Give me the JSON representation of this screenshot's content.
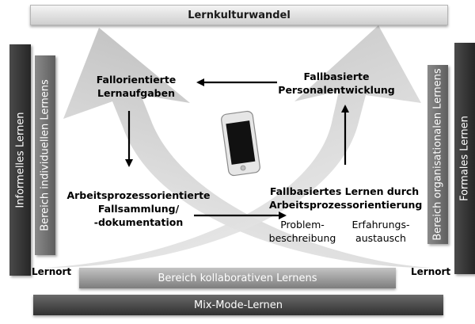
{
  "top_bar": "Lernkulturwandel",
  "bottom_bars": {
    "collaborative": "Bereich kollaborativen Lernens",
    "mix_mode": "Mix-Mode-Lernen"
  },
  "side_bars": {
    "informal": "Informelles Lernen",
    "individual": "Bereich individuellen Lernens",
    "organisational": "Bereich organisationalen Lernens",
    "formal": "Formales Lernen"
  },
  "nodes": {
    "fallorientierte": [
      "Fallorientierte",
      "Lernaufgaben"
    ],
    "fallbasierte_pe": [
      "Fallbasierte",
      "Personalentwicklung"
    ],
    "arbeitsprozess": [
      "Arbeitsprozessorientierte",
      "Fallsammlung/",
      "-dokumentation"
    ],
    "fallbasiertes_lernen": [
      "Fallbasiertes Lernen durch",
      "Arbeitsprozessorientierung"
    ],
    "problem": [
      "Problem-",
      "beschreibung"
    ],
    "erfahrung": [
      "Erfahrungs-",
      "austausch"
    ]
  },
  "lernort_left": "Lernort",
  "lernort_right": "Lernort"
}
